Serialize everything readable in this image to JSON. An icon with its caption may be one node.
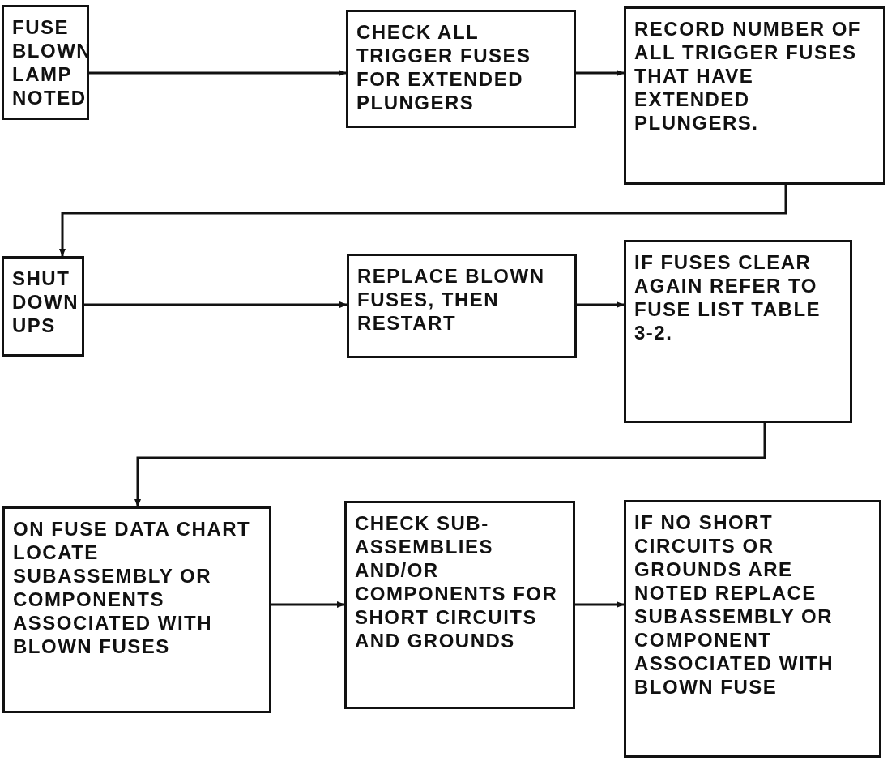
{
  "diagram": {
    "nodes": [
      {
        "text": [
          "FUSE BLOWN LAMP NOTED"
        ]
      },
      {
        "text": [
          "CHECK ALL TRIGGER FUSES FOR EXTENDED PLUNGERS"
        ]
      },
      {
        "text": [
          "RECORD NUMBER OF ALL TRIGGER FUSES THAT HAVE EXTENDED PLUNGERS."
        ]
      },
      {
        "text": [
          "SHUT DOWN UPS"
        ]
      },
      {
        "text": [
          "REPLACE BLOWN FUSES, THEN RESTART"
        ]
      },
      {
        "text": [
          "IF FUSES CLEAR AGAIN REFER TO FUSE LIST TABLE 3-2."
        ]
      },
      {
        "text": [
          "ON FUSE DATA CHART LOCATE SUBASSEMBLY OR COMPONENTS ASSOCIATED WITH BLOWN FUSES"
        ]
      },
      {
        "text": [
          "CHECK SUB-ASSEMBLIES AND/OR COMPONENTS FOR SHORT CIRCUITS AND GROUNDS"
        ]
      },
      {
        "text": [
          "IF NO SHORT CIRCUITS OR GROUNDS ARE NOTED REPLACE SUBASSEMBLY OR COMPONENT ASSOCIATED WITH BLOWN FUSE"
        ]
      }
    ],
    "edges": [
      {
        "from": 0,
        "to": 1,
        "arrow": "to"
      },
      {
        "from": 1,
        "to": 2,
        "arrow": "to"
      },
      {
        "from": 2,
        "to": 3,
        "arrow": "to"
      },
      {
        "from": 3,
        "to": 4,
        "arrow": "to"
      },
      {
        "from": 4,
        "to": 5,
        "arrow": "to"
      },
      {
        "from": 5,
        "to": 6,
        "arrow": "to"
      },
      {
        "from": 6,
        "to": 7,
        "arrow": "to"
      },
      {
        "from": 7,
        "to": 8,
        "arrow": "to"
      }
    ]
  }
}
